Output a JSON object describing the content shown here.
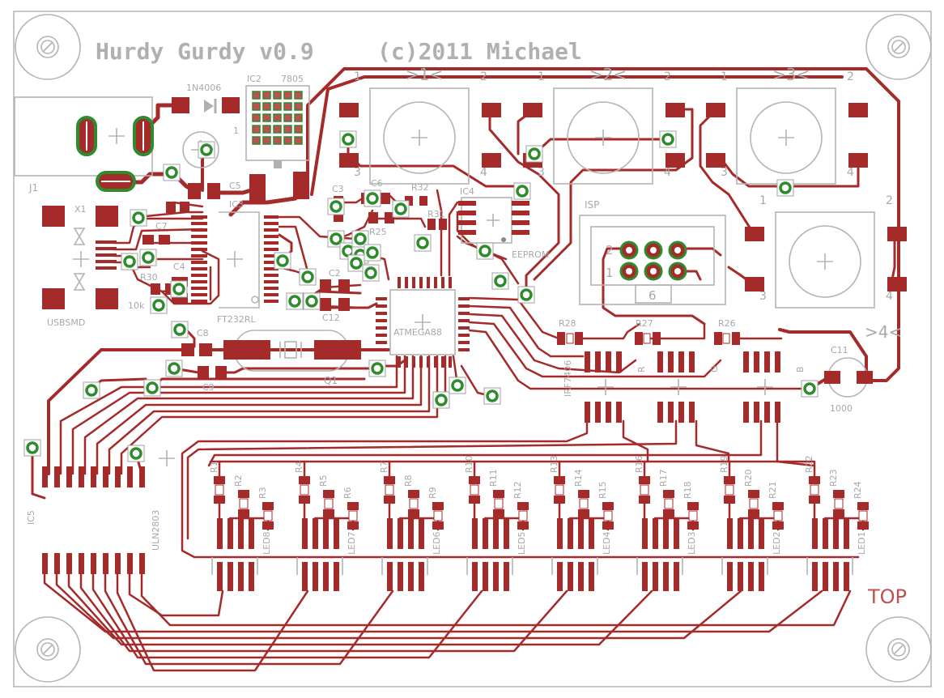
{
  "board": {
    "title": "Hurdy Gurdy v0.9",
    "copyright": "(c)2011 Michael",
    "layer_label": "TOP",
    "colors": {
      "copper": "#a52a2a",
      "silkscreen": "#b0b0b0",
      "via_ring": "#2e8b2e",
      "background": "#ffffff"
    }
  },
  "buttons": [
    {
      "label": ">1<",
      "pins": [
        "1",
        "2",
        "3",
        "4"
      ]
    },
    {
      "label": ">2<",
      "pins": [
        "1",
        "2",
        "3",
        "4"
      ]
    },
    {
      "label": ">3<",
      "pins": [
        "1",
        "2",
        "3",
        "4"
      ]
    },
    {
      "label": ">4<",
      "pins": [
        "1",
        "2",
        "3",
        "4"
      ]
    }
  ],
  "components": {
    "diode": "1N4006",
    "ic2": "IC2",
    "ic2_value": "7805",
    "j1": "J1",
    "x1": "X1",
    "usb": "USBSMD",
    "ic3": "IC3",
    "ic3_value": "FT232RL",
    "ic1_value": "ATMEGA88",
    "ic4": "IC4",
    "ic4_value": "EEPROM",
    "isp": "ISP",
    "isp_pins": [
      "2",
      "1",
      "6"
    ],
    "ic5": "IC5",
    "ic5_value": "ULN2803",
    "rgb_driver": "IRF7406",
    "rgb_channels": [
      "R",
      "G",
      "B"
    ],
    "crystal": "Q1",
    "cap_c11_value": "1000",
    "r30_value": "10k",
    "small_labels": [
      "C5",
      "C6",
      "C3",
      "C2",
      "C8",
      "C4",
      "C7",
      "C9",
      "C12",
      "R30",
      "R32",
      "R31",
      "R25",
      "R28",
      "R27",
      "R26",
      "C11"
    ],
    "resistors": [
      "R1",
      "R2",
      "R3",
      "R4",
      "R5",
      "R6",
      "R7",
      "R8",
      "R9",
      "R10",
      "R11",
      "R12",
      "R13",
      "R14",
      "R15",
      "R16",
      "R17",
      "R18",
      "R19",
      "R20",
      "R21",
      "R22",
      "R23",
      "R24"
    ],
    "leds": [
      "LED8",
      "LED7",
      "LED6",
      "LED5",
      "LED4",
      "LED3",
      "LED2",
      "LED1"
    ]
  }
}
